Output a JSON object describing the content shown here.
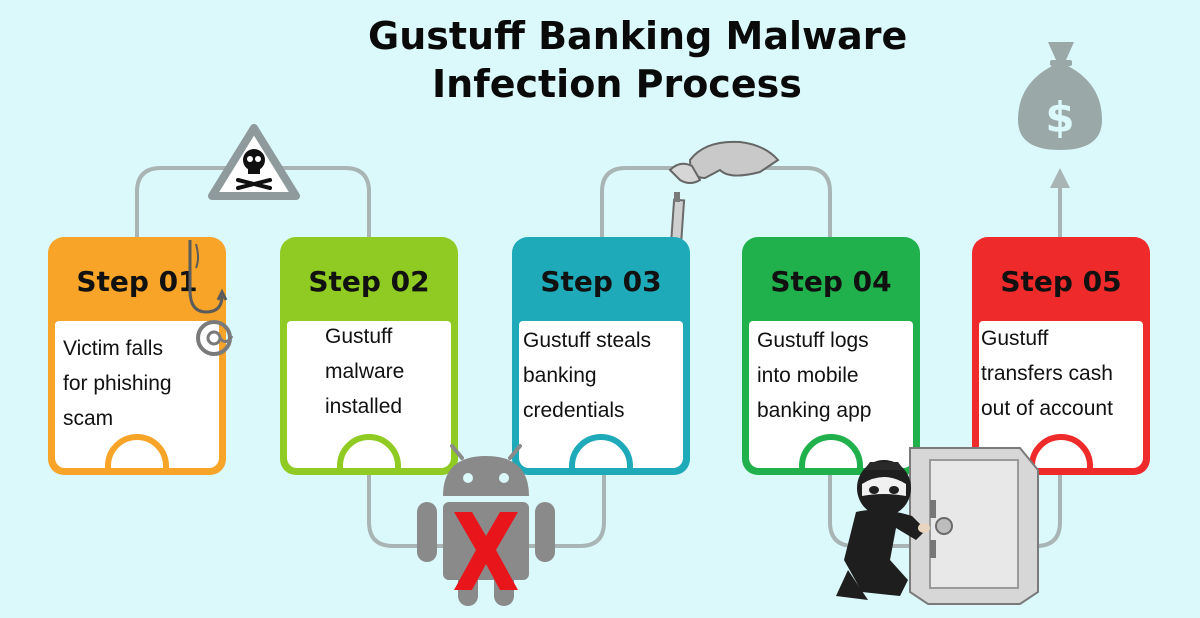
{
  "title": {
    "line1": "Gustuff Banking Malware",
    "line2": "Infection Process"
  },
  "steps": [
    {
      "label": "Step 01",
      "text": "Victim falls\nfor phishing\nscam",
      "color": "#f7a428"
    },
    {
      "label": "Step 02",
      "text": "Gustuff\nmalware\ninstalled",
      "color": "#8fcb22"
    },
    {
      "label": "Step 03",
      "text": "Gustuff steals\nbanking\ncredentials",
      "color": "#1eaab8"
    },
    {
      "label": "Step 04",
      "text": "Gustuff logs\ninto mobile\nbanking app",
      "color": "#21b14c"
    },
    {
      "label": "Step 05",
      "text": "Gustuff\ntransfers cash\nout of account",
      "color": "#ee2a2a"
    }
  ],
  "icons": {
    "money_bag_symbol": "$",
    "warning": "skull-warning-icon",
    "hook": "phishing-hook-icon",
    "android": "android-malware-icon",
    "hand": "hand-usb-icon",
    "thief": "thief-safe-icon",
    "money": "money-bag-icon"
  },
  "colors": {
    "background": "#dbf8fa",
    "connector": "#a9b4b5"
  }
}
